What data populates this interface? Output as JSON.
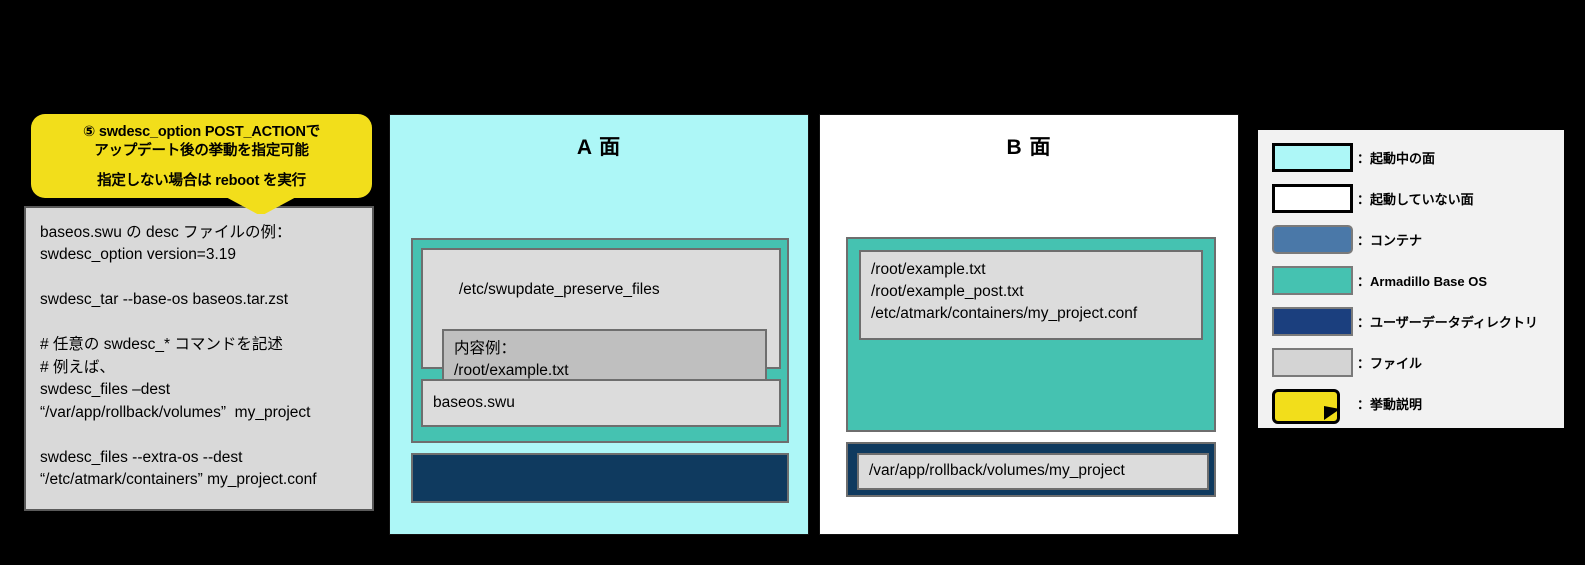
{
  "callout": {
    "line1": "⑤ swdesc_option POST_ACTIONで",
    "line2": "アップデート後の挙動を指定可能",
    "line3": "指定しない場合は reboot を実行"
  },
  "desc_file": {
    "text": "baseos.swu の desc ファイルの例：\nswdesc_option version=3.19\n\nswdesc_tar --base-os baseos.tar.zst\n\n# 任意の swdesc_* コマンドを記述\n# 例えば、\nswdesc_files –dest\n“/var/app/rollback/volumes”  my_project\n\nswdesc_files --extra-os --dest\n“/etc/atmark/containers” my_project.conf"
  },
  "panel_a": {
    "title": "A 面",
    "preserve_file_name": "/etc/swupdate_preserve_files",
    "preserve_file_content": "内容例：\n/root/example.txt\nPOST /root/example_post.txt",
    "swu_file_name": "baseos.swu"
  },
  "panel_b": {
    "title": "B 面",
    "files_content": "/root/example.txt\n/root/example_post.txt\n/etc/atmark/containers/my_project.conf",
    "userdata_path": "/var/app/rollback/volumes/my_project"
  },
  "legend": {
    "items": [
      {
        "label": "：起動中の面",
        "swatch": "active-surface-swatch",
        "color": "#ADF7F7"
      },
      {
        "label": "：起動していない面",
        "swatch": "inactive-surface-swatch",
        "color": "#FFFFFF"
      },
      {
        "label": "：コンテナ",
        "swatch": "container-swatch",
        "color": "#4A78A8"
      },
      {
        "label": "：Armadillo Base  OS",
        "swatch": "baseos-swatch",
        "color": "#45C2B1"
      },
      {
        "label": "：ユーザーデータディレクトリ",
        "swatch": "userdata-swatch",
        "color": "#1B3F7E"
      },
      {
        "label": "：ファイル",
        "swatch": "file-swatch",
        "color": "#D4D4D4"
      },
      {
        "label": "：挙動説明",
        "swatch": "callout-swatch",
        "color": "#F2DE1B"
      }
    ]
  }
}
